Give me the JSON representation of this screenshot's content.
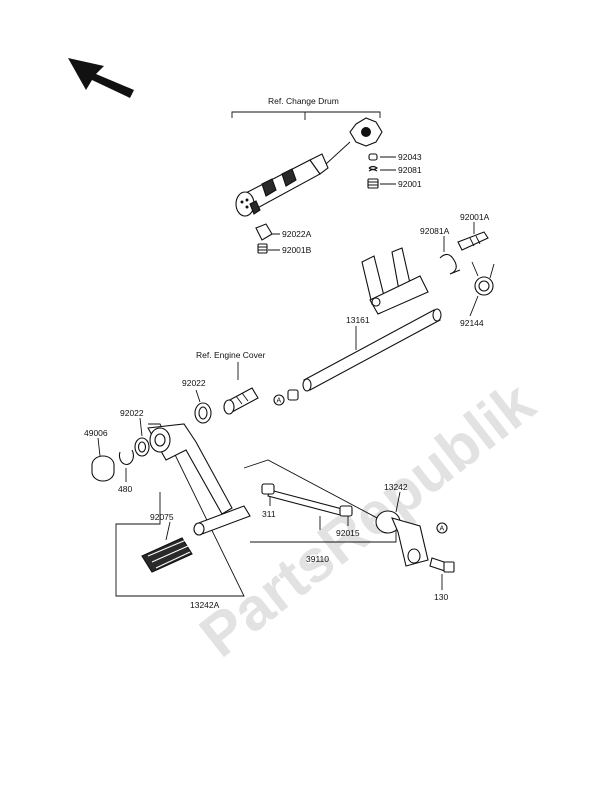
{
  "watermark": "PartsRepublik",
  "colors": {
    "ink": "#111111",
    "part_fill": "#ffffff",
    "dark_fill": "#2a2a2a",
    "watermark": "#dcdcdc"
  },
  "icons": {
    "front": "arrow-icon",
    "ref_a": "circle-a-icon",
    "gear": "gear-icon"
  },
  "refs": {
    "change_drum": "Ref. Change Drum",
    "engine_cover": "Ref. Engine Cover",
    "circle_a": "A"
  },
  "parts": {
    "p92043": "92043",
    "p92081": "92081",
    "p92001": "92001",
    "p92022A": "92022A",
    "p92001B": "92001B",
    "p92081A": "92081A",
    "p92001A": "92001A",
    "p92144": "92144",
    "p13161": "13161",
    "p92022_a": "92022",
    "p92022_b": "92022",
    "p49006": "49006",
    "p480": "480",
    "p92075": "92075",
    "p13242A": "13242A",
    "p311": "311",
    "p92015": "92015",
    "p39110": "39110",
    "p13242": "13242",
    "p130": "130"
  }
}
